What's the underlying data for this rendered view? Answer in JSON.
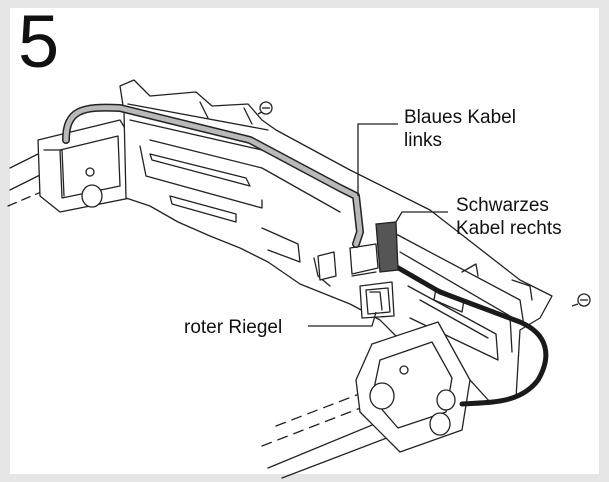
{
  "step_number": "5",
  "labels": {
    "blue_cable": [
      "Blaues Kabel",
      "links"
    ],
    "black_cable": [
      "Schwarzes",
      "Kabel rechts"
    ],
    "red_latch": "roter Riegel"
  },
  "colors": {
    "background": "#e6e6e6",
    "panel": "#ffffff",
    "line": "#222222",
    "blue_cable_fill": "#b9b9b9",
    "black_cable": "#1a1a1a"
  },
  "icons": [
    "screw-icon",
    "screw-icon"
  ]
}
